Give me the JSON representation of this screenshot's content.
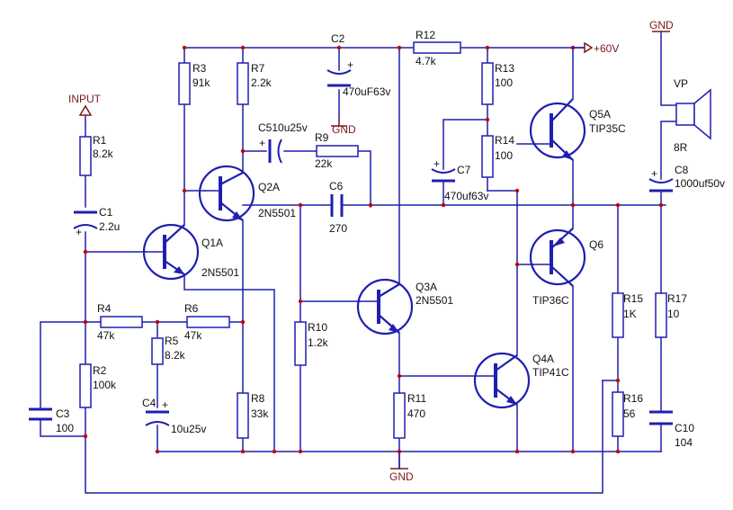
{
  "input": "INPUT",
  "gnd": "GND",
  "supply": "+60V",
  "speaker": "VP",
  "speaker_imp": "8R",
  "resistors": {
    "R1": {
      "name": "R1",
      "value": "8.2k"
    },
    "R2": {
      "name": "R2",
      "value": "100k"
    },
    "R3": {
      "name": "R3",
      "value": "91k"
    },
    "R4": {
      "name": "R4",
      "value": "47k"
    },
    "R5": {
      "name": "R5",
      "value": "8.2k"
    },
    "R6": {
      "name": "R6",
      "value": "47k"
    },
    "R7": {
      "name": "R7",
      "value": "2.2k"
    },
    "R8": {
      "name": "R8",
      "value": "33k"
    },
    "R9": {
      "name": "R9",
      "value": "22k"
    },
    "R10": {
      "name": "R10",
      "value": "1.2k"
    },
    "R11": {
      "name": "R11",
      "value": "470"
    },
    "R12": {
      "name": "R12",
      "value": "4.7k"
    },
    "R13": {
      "name": "R13",
      "value": "100"
    },
    "R14": {
      "name": "R14",
      "value": "100"
    },
    "R15": {
      "name": "R15",
      "value": "1K"
    },
    "R16": {
      "name": "R16",
      "value": "56"
    },
    "R17": {
      "name": "R17",
      "value": "10"
    }
  },
  "capacitors": {
    "C1": {
      "name": "C1",
      "value": "2.2u"
    },
    "C2": {
      "name": "C2",
      "value": "470uF63v"
    },
    "C3": {
      "name": "C3",
      "value": "100"
    },
    "C4": {
      "name": "C4",
      "value": "10u25v"
    },
    "C5": {
      "label": "C510u25v"
    },
    "C6": {
      "name": "C6",
      "value": "270"
    },
    "C7": {
      "name": "C7",
      "value": "470uf63v"
    },
    "C8": {
      "name": "C8",
      "value": "1000uf50v"
    },
    "C10": {
      "name": "C10",
      "value": "104"
    }
  },
  "transistors": {
    "Q1": {
      "name": "Q1A",
      "type": "2N5501"
    },
    "Q2": {
      "name": "Q2A",
      "type": "2N5501"
    },
    "Q3": {
      "name": "Q3A",
      "type": "2N5501"
    },
    "Q4": {
      "name": "Q4A",
      "type": "TIP41C"
    },
    "Q5": {
      "name": "Q5A",
      "type": "TIP35C"
    },
    "Q6": {
      "name": "Q6",
      "type": "TIP36C"
    }
  }
}
